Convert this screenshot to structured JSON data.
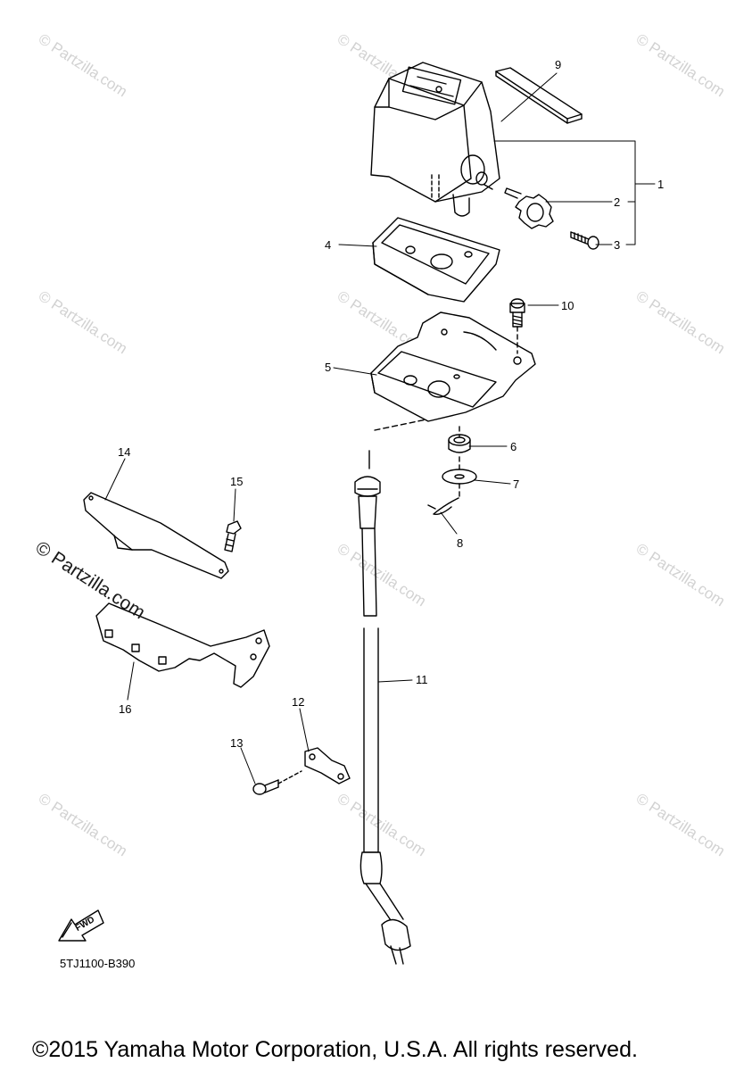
{
  "watermark": {
    "text": "© Partzilla.com",
    "prominent_text": "© Partzilla.com"
  },
  "callouts": [
    "1",
    "2",
    "3",
    "4",
    "5",
    "6",
    "7",
    "8",
    "9",
    "10",
    "11",
    "12",
    "13",
    "14",
    "15",
    "16"
  ],
  "fwd_label": "FWD",
  "diagram_code": "5TJ1100-B390",
  "copyright": "©2015 Yamaha Motor Corporation, U.S.A. All rights reserved.",
  "colors": {
    "line": "#000000",
    "watermark": "#d2d2d2",
    "background": "#ffffff"
  }
}
